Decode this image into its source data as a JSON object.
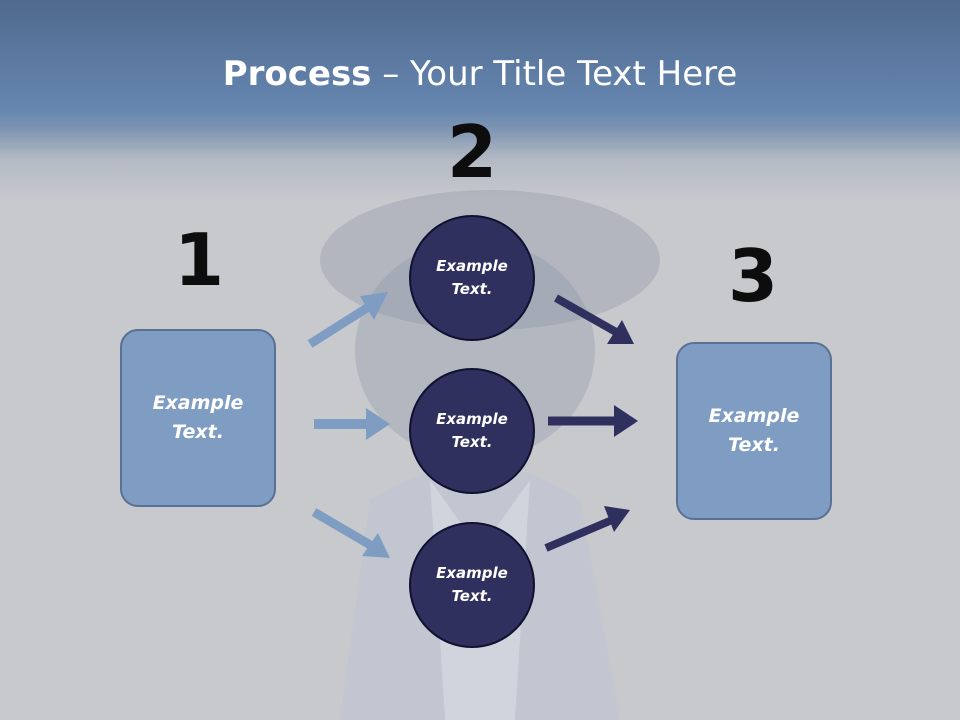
{
  "slide": {
    "title_bold": "Process",
    "title_rest": " – Your Title Text Here"
  },
  "steps": {
    "one": "1",
    "two": "2",
    "three": "3"
  },
  "boxes": {
    "left": "Example\nText.",
    "right": "Example\nText."
  },
  "circles": {
    "top": "Example\nText.",
    "middle": "Example\nText.",
    "bottom": "Example\nText."
  },
  "colors": {
    "light_arrow": "#7f9cc2",
    "dark_arrow": "#30305f",
    "box_fill": "#7f9cc2",
    "circle_fill": "#30305f"
  }
}
